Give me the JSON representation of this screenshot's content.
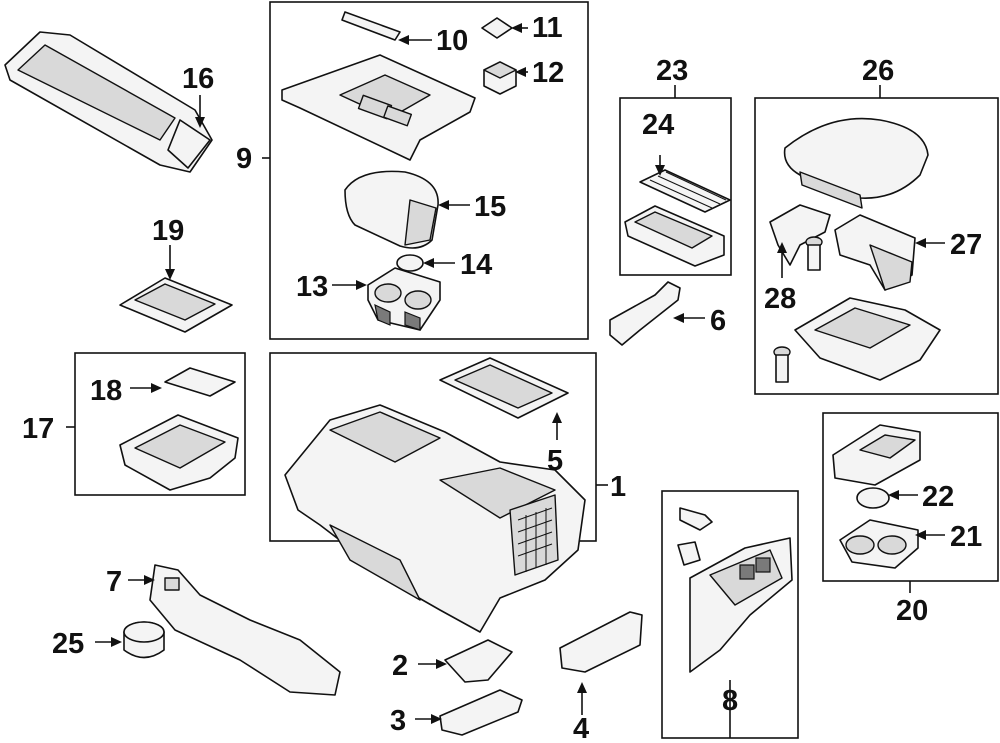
{
  "callouts": {
    "c1": "1",
    "c2": "2",
    "c3": "3",
    "c4": "4",
    "c5": "5",
    "c6": "6",
    "c7": "7",
    "c8": "8",
    "c9": "9",
    "c10": "10",
    "c11": "11",
    "c12": "12",
    "c13": "13",
    "c14": "14",
    "c15": "15",
    "c16": "16",
    "c17": "17",
    "c18": "18",
    "c19": "19",
    "c20": "20",
    "c21": "21",
    "c22": "22",
    "c23": "23",
    "c24": "24",
    "c25": "25",
    "c26": "26",
    "c27": "27",
    "c28": "28"
  }
}
